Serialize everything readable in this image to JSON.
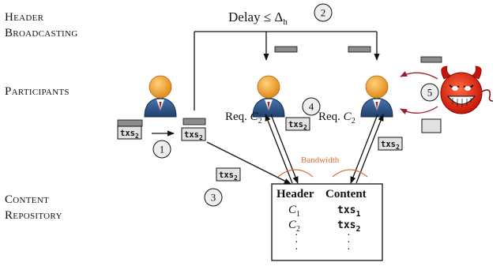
{
  "row_labels": {
    "header_broadcasting_line1": "Header",
    "header_broadcasting_line2": "Broadcasting",
    "participants": "Participants",
    "content_repository_line1": "Content",
    "content_repository_line2": "Repository"
  },
  "delay": {
    "prefix": "Delay ≤ Δ",
    "subscript": "h"
  },
  "step_numbers": [
    "1",
    "2",
    "3",
    "4",
    "5"
  ],
  "requests": [
    {
      "prefix": "Req. ",
      "var": "C",
      "subscript": "2"
    },
    {
      "prefix": "Req. ",
      "var": "C",
      "subscript": "2"
    }
  ],
  "txs_tag": {
    "text": "txs",
    "subscript": "2"
  },
  "bandwidth_label": "Bandwidth",
  "repository_table": {
    "headers": [
      "Header",
      "Content"
    ],
    "rows": [
      {
        "header_var": "C",
        "header_sub": "1",
        "content_text": "txs",
        "content_sub": "1"
      },
      {
        "header_var": "C",
        "header_sub": "2",
        "content_text": "txs",
        "content_sub": "2"
      }
    ],
    "ellipsis": "·"
  },
  "colors": {
    "participant_head": "#f0a030",
    "participant_body": "#2f5a8c",
    "header_block": "#8c8c8c",
    "attack_arrow": "#a01a30",
    "bandwidth": "#e06a3a",
    "step_circle_fill": "#eeeeee",
    "devil_skin": "#e02010"
  },
  "icons": [
    "participant-icon",
    "devil-icon"
  ]
}
